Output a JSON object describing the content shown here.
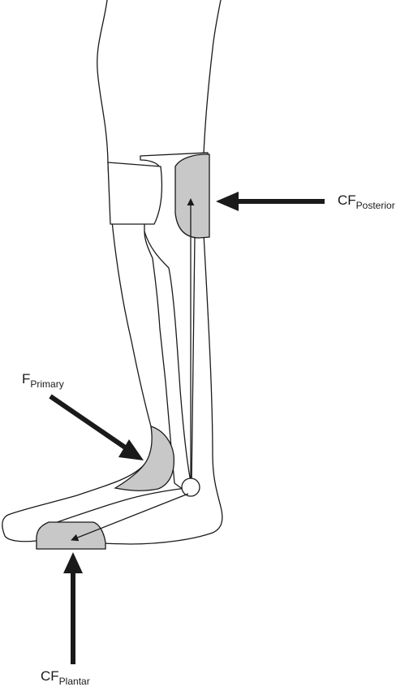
{
  "colors": {
    "line": "#1a1a1a",
    "pad_fill": "#c8c8c8",
    "background": "#ffffff"
  },
  "labels": {
    "cf_posterior": {
      "main": "CF",
      "sub": "Posterior"
    },
    "f_primary": {
      "main": "F",
      "sub": "Primary"
    },
    "cf_plantar": {
      "main": "CF",
      "sub": "Plantar"
    }
  }
}
